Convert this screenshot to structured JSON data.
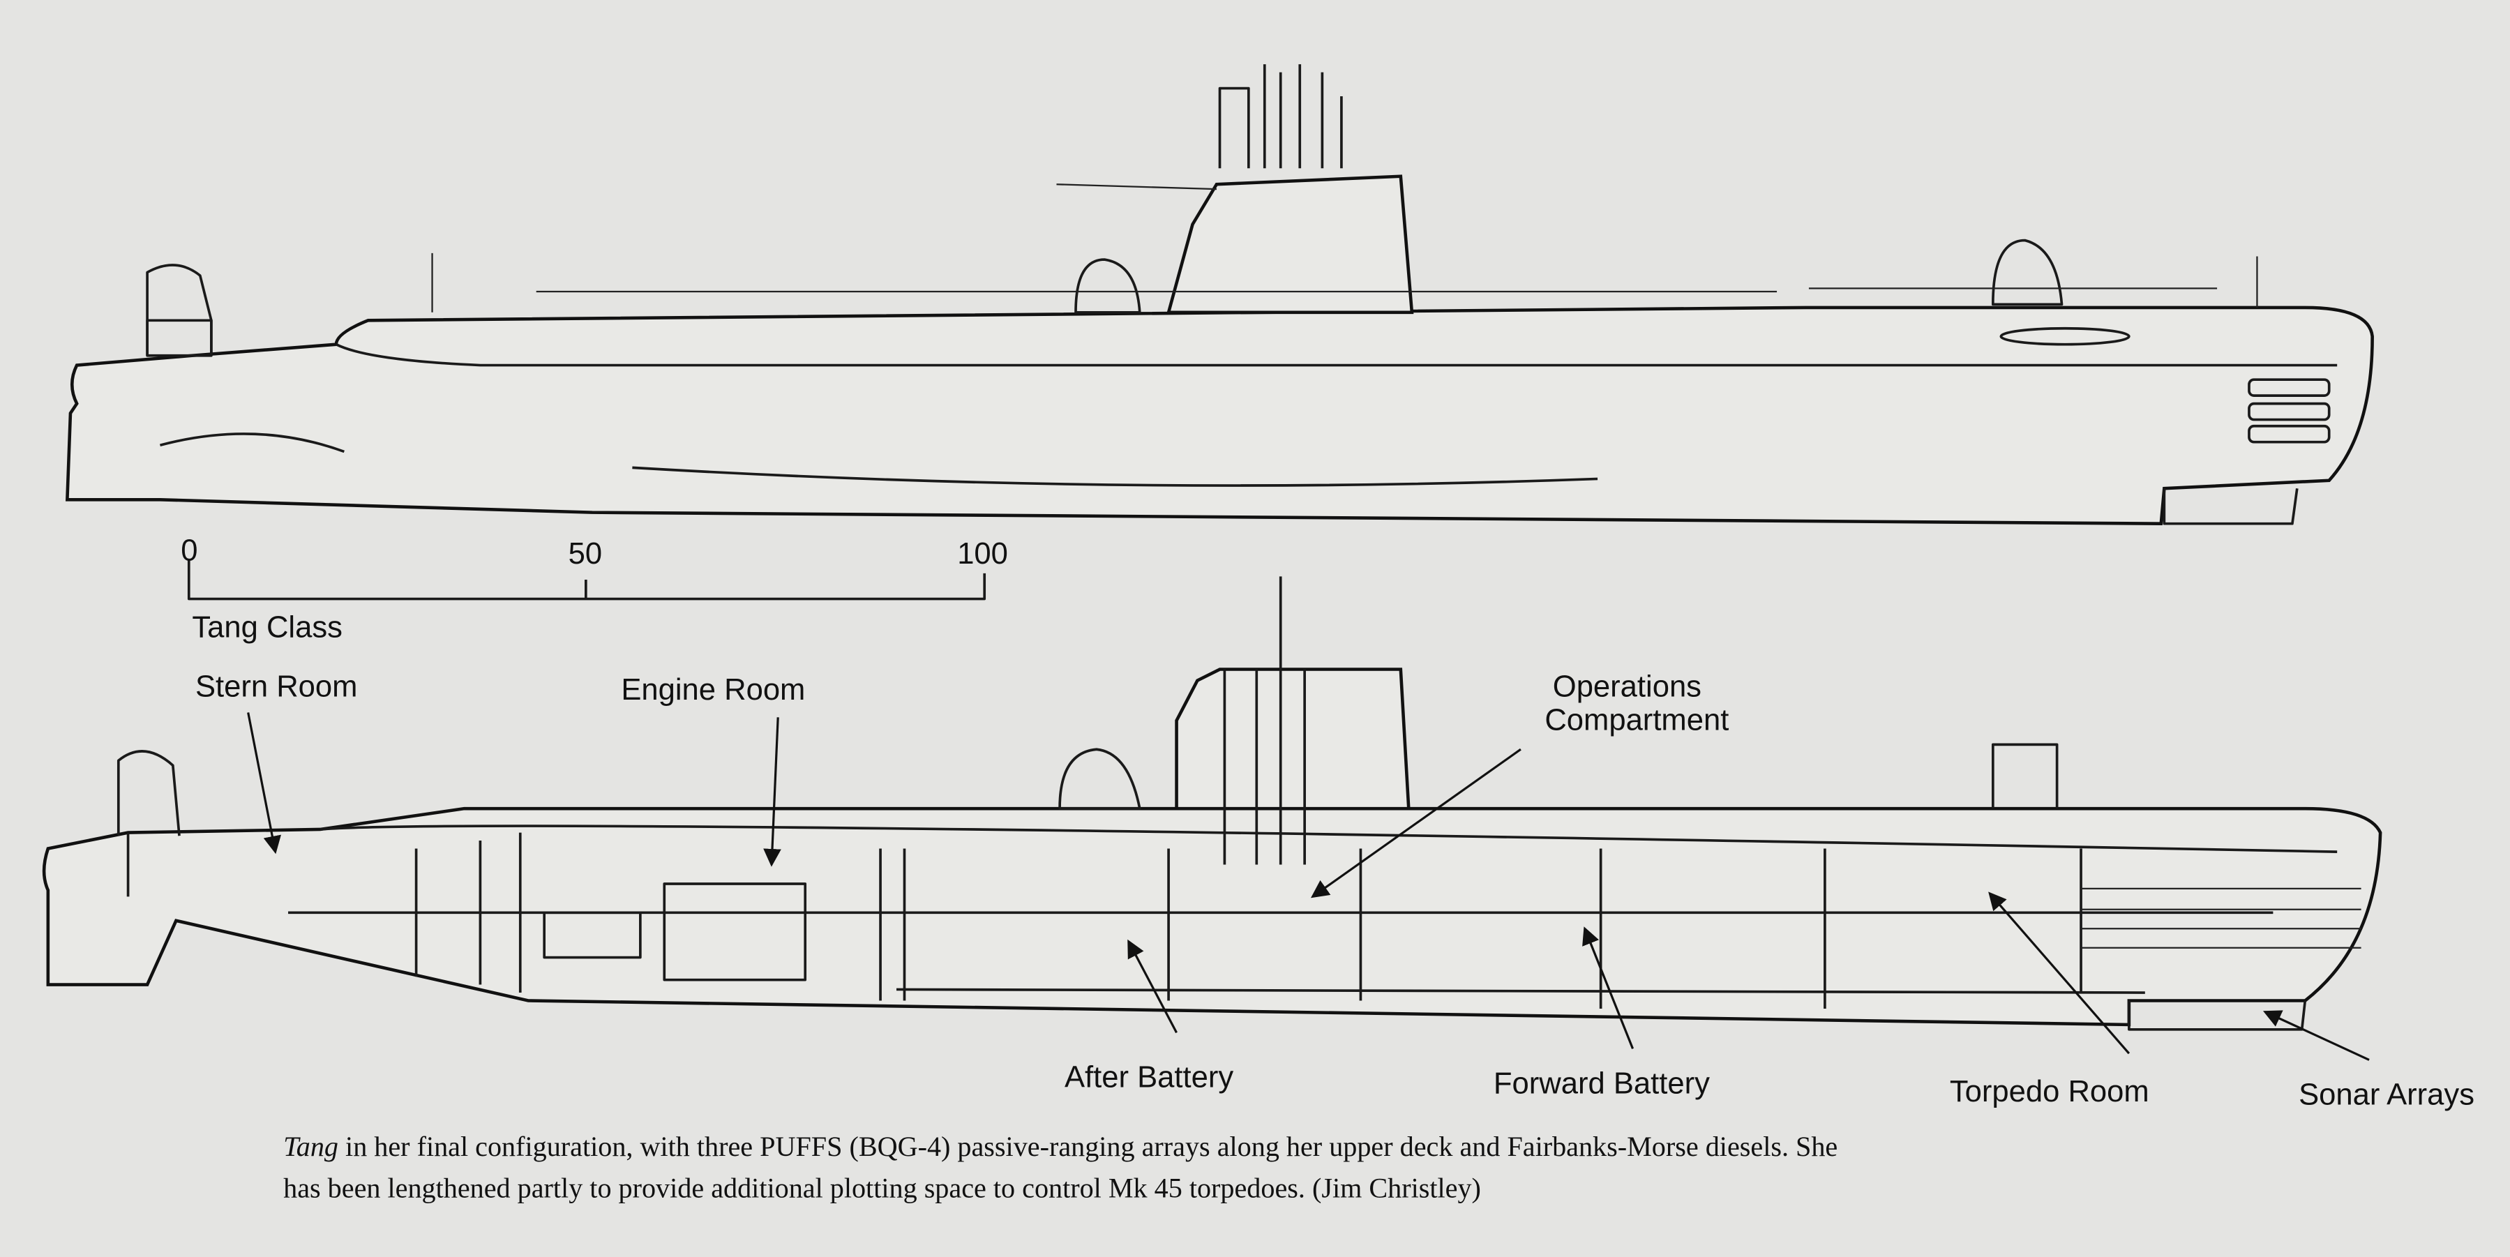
{
  "top_profile": {
    "title": "Tang Class",
    "scale_ticks": [
      "0",
      "50",
      "100"
    ]
  },
  "cutaway_labels": {
    "stern_room": "Stern Room",
    "engine_room": "Engine Room",
    "operations_line1": "Operations",
    "operations_line2": "Compartment",
    "after_battery": "After Battery",
    "forward_battery": "Forward Battery",
    "torpedo_room": "Torpedo Room",
    "sonar_arrays": "Sonar Arrays"
  },
  "caption": {
    "italic_name": "Tang",
    "line1_rest": " in her final configuration, with three PUFFS (BQG-4) passive-ranging arrays along her upper deck and Fairbanks-Morse diesels. She",
    "line2": "has been lengthened partly to provide additional plotting space to control Mk 45 torpedoes. (Jim Christley)"
  }
}
